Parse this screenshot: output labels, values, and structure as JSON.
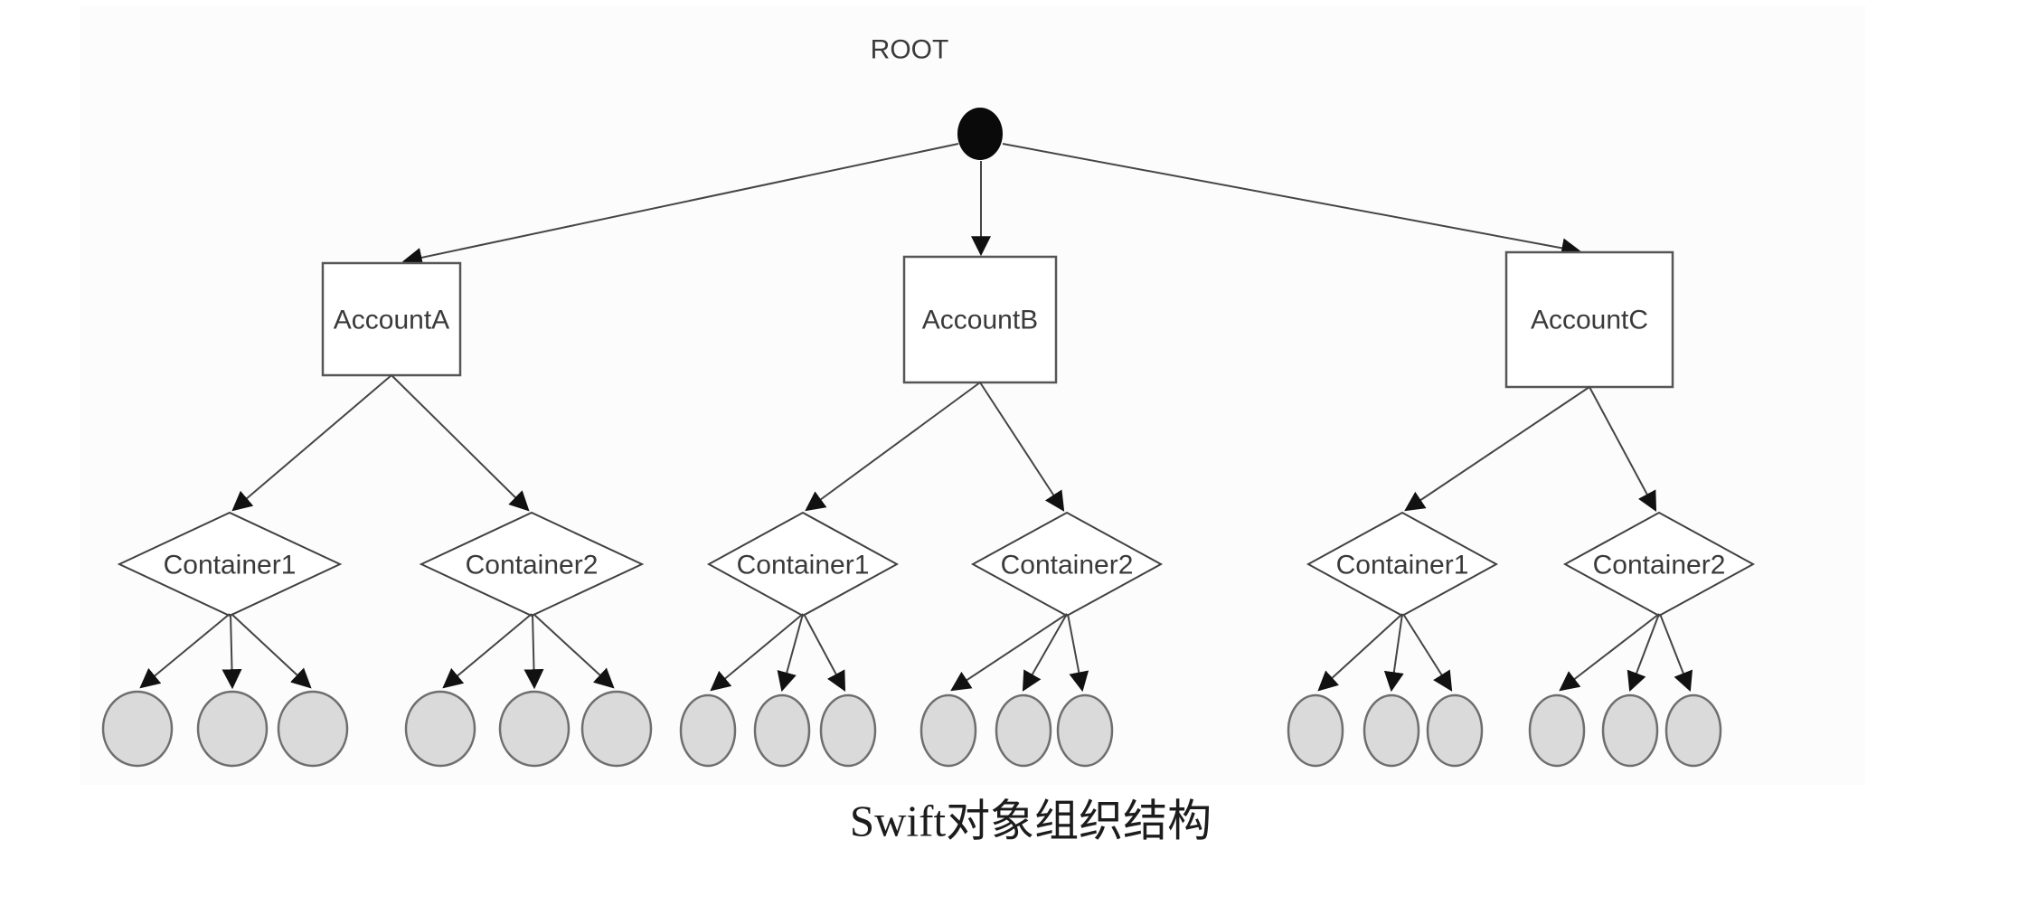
{
  "diagram": {
    "title_caption": "Swift对象组织结构",
    "root": {
      "label": "ROOT"
    },
    "accounts": [
      {
        "label": "AccountA",
        "containers": [
          {
            "label": "Container1",
            "object_count": 3
          },
          {
            "label": "Container2",
            "object_count": 3
          }
        ]
      },
      {
        "label": "AccountB",
        "containers": [
          {
            "label": "Container1",
            "object_count": 3
          },
          {
            "label": "Container2",
            "object_count": 3
          }
        ]
      },
      {
        "label": "AccountC",
        "containers": [
          {
            "label": "Container1",
            "object_count": 3
          },
          {
            "label": "Container2",
            "object_count": 3
          }
        ]
      }
    ],
    "colors": {
      "object_fill": "#dadada",
      "root_node_fill": "#0a0a0a",
      "edge_line": "#454545",
      "shape_stroke": "#565656",
      "label_text": "#3a3a3a",
      "background": "#ffffff"
    }
  }
}
